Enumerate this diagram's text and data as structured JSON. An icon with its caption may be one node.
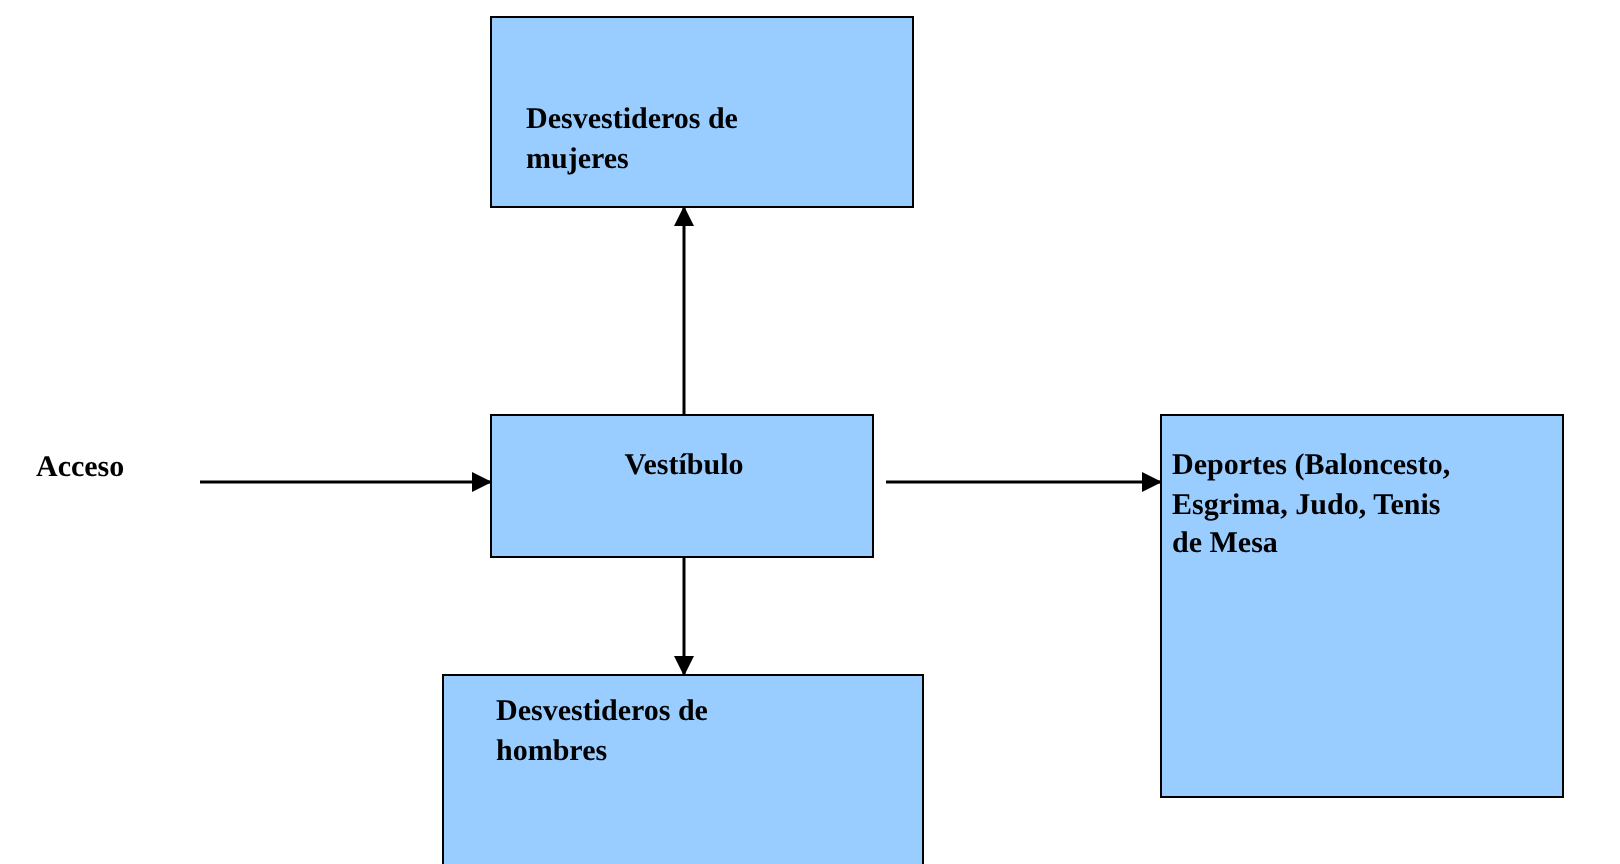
{
  "diagram": {
    "nodes": [
      {
        "text": [
          "Desvestideros de mujeres"
        ]
      },
      {
        "text": [
          "Acceso"
        ]
      },
      {
        "text": [
          "Vestíbulo"
        ]
      },
      {
        "text": [
          "Deportes (Baloncesto, Esgrima, Judo, Tenis de Mesa"
        ]
      },
      {
        "text": [
          "Desvestideros de hombres"
        ]
      }
    ],
    "edges": [
      {
        "from": 1,
        "to": 2,
        "arrow": "to"
      },
      {
        "from": 2,
        "to": 0,
        "arrow": "to"
      },
      {
        "from": 2,
        "to": 3,
        "arrow": "to"
      },
      {
        "from": 2,
        "to": 4,
        "arrow": "to"
      }
    ]
  }
}
